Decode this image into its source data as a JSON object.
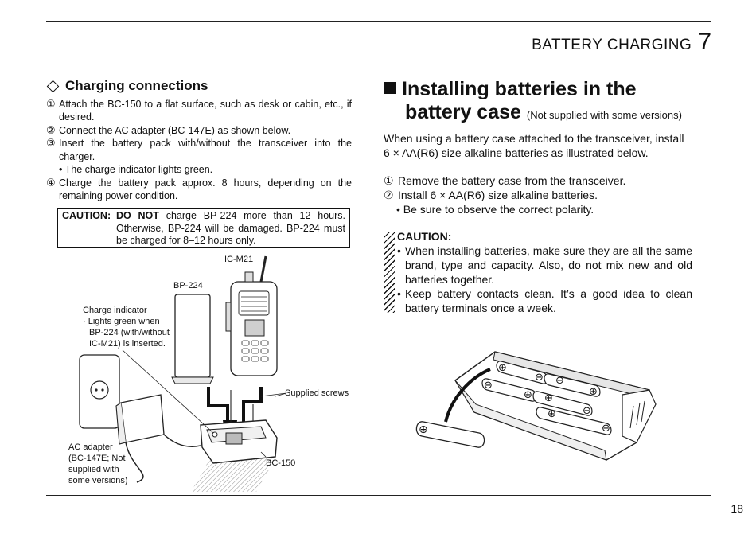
{
  "header": {
    "chapter_title": "BATTERY CHARGING",
    "chapter_number": "7"
  },
  "left": {
    "heading": "Charging connections",
    "steps": [
      {
        "num": "①",
        "text": "Attach the BC-150 to a flat surface, such as desk or cabin, etc., if desired."
      },
      {
        "num": "②",
        "text": "Connect the AC adapter (BC-147E) as shown below."
      },
      {
        "num": "③",
        "text": "Insert the battery pack with/without the transceiver into the charger."
      },
      {
        "sub": "• The charge indicator lights green."
      },
      {
        "num": "④",
        "text": "Charge the battery pack approx. 8 hours, depending on the remaining power condition."
      }
    ],
    "caution": {
      "label": "CAUTION:",
      "strong": "DO NOT",
      "text": " charge BP-224 more than 12 hours. Otherwise, BP-224 will be damaged. BP-224 must be charged for 8–12 hours only."
    },
    "figure": {
      "icm21": "IC-M21",
      "bp224": "BP-224",
      "charge_indicator": "Charge indicator",
      "ci_note_1": "· Lights green when",
      "ci_note_2": "BP-224 (with/without",
      "ci_note_3": "IC-M21) is inserted.",
      "supplied_screws": "Supplied screws",
      "ac_1": "AC adapter",
      "ac_2": "(BC-147E; Not",
      "ac_3": "supplied with",
      "ac_4": "some versions)",
      "bc150": "BC-150"
    }
  },
  "right": {
    "heading_line1": "Installing batteries in the",
    "heading_line2": "battery case",
    "heading_note": "(Not supplied with some versions)",
    "intro": "When using a battery case attached to the transceiver, install 6 × AA(R6) size alkaline batteries as illustrated below.",
    "steps": [
      {
        "num": "①",
        "text": "Remove the battery case from the transceiver."
      },
      {
        "num": "②",
        "text": "Install 6 × AA(R6) size alkaline batteries."
      }
    ],
    "step_sub": "• Be sure to observe the correct polarity.",
    "caution_label": "CAUTION:",
    "caution_bullets": [
      "When installing batteries, make sure they are all the same brand, type and capacity. Also, do not mix new and old batteries together.",
      "Keep battery contacts clean. It’s a good idea to clean battery terminals once a week."
    ]
  },
  "page_number": "18"
}
